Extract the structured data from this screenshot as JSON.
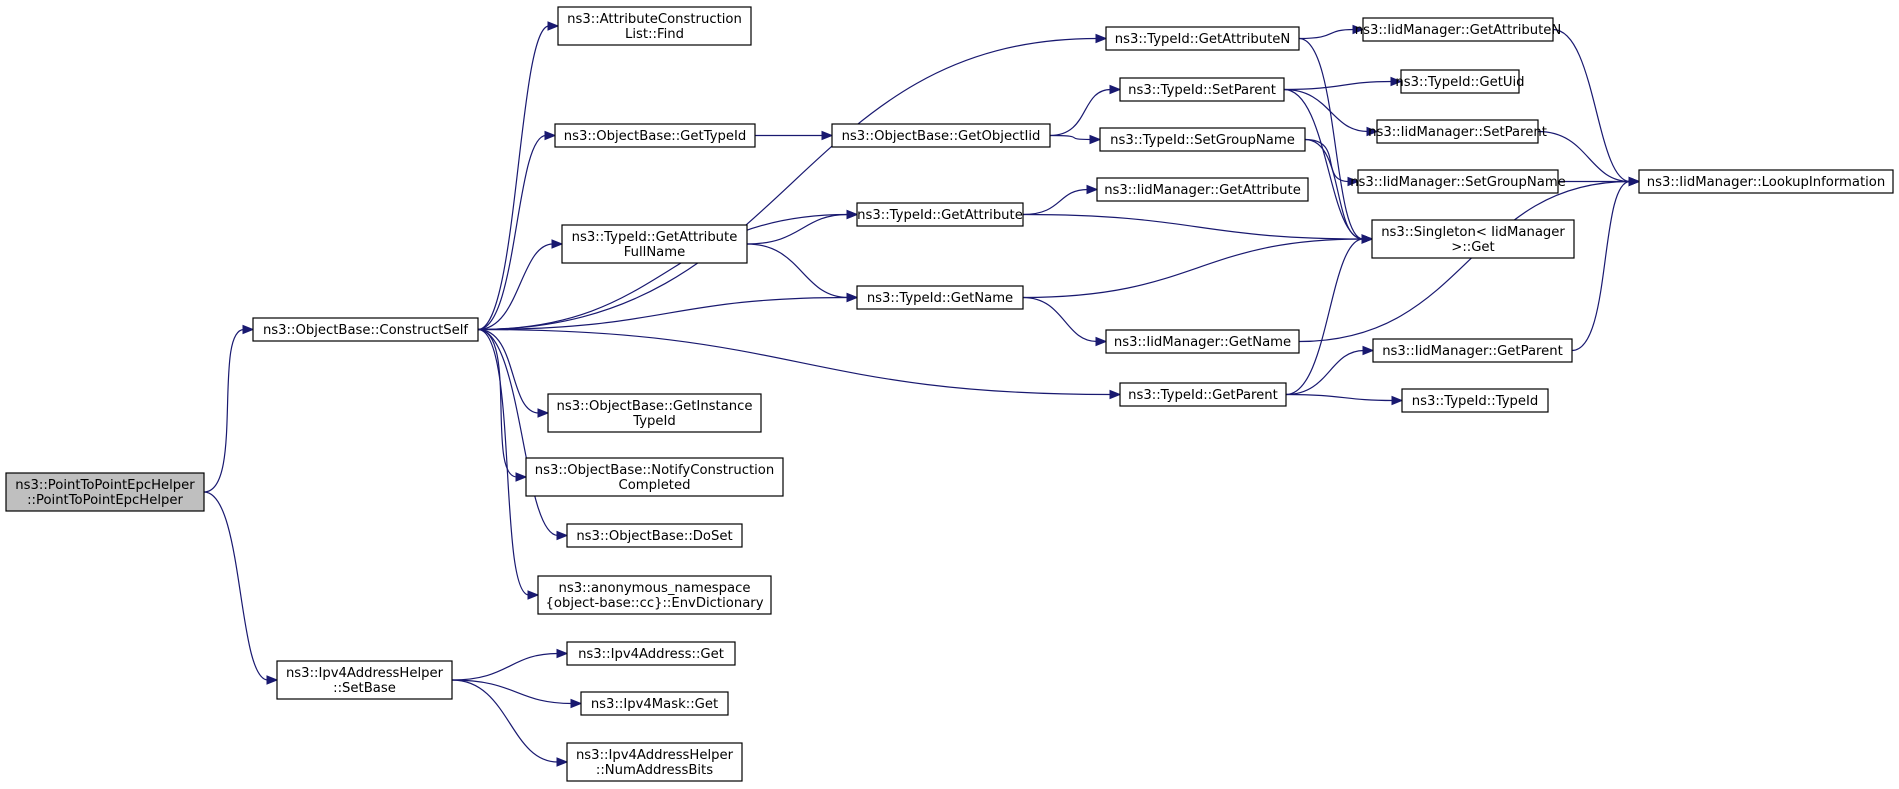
{
  "graph": {
    "colors": {
      "edge": "#191970",
      "root_fill": "#bfbfbf",
      "node_fill": "#ffffff",
      "border": "#000000"
    },
    "nodes": [
      {
        "id": "root",
        "lines": [
          "ns3::PointToPointEpcHelper",
          "::PointToPointEpcHelper"
        ],
        "root": true
      },
      {
        "id": "construct",
        "lines": [
          "ns3::ObjectBase::ConstructSelf"
        ]
      },
      {
        "id": "ipv4ah_setbase",
        "lines": [
          "ns3::Ipv4AddressHelper",
          "::SetBase"
        ]
      },
      {
        "id": "acl_find",
        "lines": [
          "ns3::AttributeConstruction",
          "List::Find"
        ]
      },
      {
        "id": "gettypeid",
        "lines": [
          "ns3::ObjectBase::GetTypeId"
        ]
      },
      {
        "id": "attrfullname",
        "lines": [
          "ns3::TypeId::GetAttribute",
          "FullName"
        ]
      },
      {
        "id": "getinstancetypeid",
        "lines": [
          "ns3::ObjectBase::GetInstance",
          "TypeId"
        ]
      },
      {
        "id": "notifyconstruction",
        "lines": [
          "ns3::ObjectBase::NotifyConstruction",
          "Completed"
        ]
      },
      {
        "id": "doset",
        "lines": [
          "ns3::ObjectBase::DoSet"
        ]
      },
      {
        "id": "envdictionary",
        "lines": [
          "ns3::anonymous_namespace",
          "{object-base::cc}::EnvDictionary"
        ]
      },
      {
        "id": "ipv4addr_get",
        "lines": [
          "ns3::Ipv4Address::Get"
        ]
      },
      {
        "id": "ipv4mask_get",
        "lines": [
          "ns3::Ipv4Mask::Get"
        ]
      },
      {
        "id": "numaddressbits",
        "lines": [
          "ns3::Ipv4AddressHelper",
          "::NumAddressBits"
        ]
      },
      {
        "id": "getobjectiid",
        "lines": [
          "ns3::ObjectBase::GetObjectIid"
        ]
      },
      {
        "id": "tid_getattribute",
        "lines": [
          "ns3::TypeId::GetAttribute"
        ]
      },
      {
        "id": "tid_getname",
        "lines": [
          "ns3::TypeId::GetName"
        ]
      },
      {
        "id": "tid_getattributen",
        "lines": [
          "ns3::TypeId::GetAttributeN"
        ]
      },
      {
        "id": "tid_setparent",
        "lines": [
          "ns3::TypeId::SetParent"
        ]
      },
      {
        "id": "tid_setgroupname",
        "lines": [
          "ns3::TypeId::SetGroupName"
        ]
      },
      {
        "id": "iid_getattribute",
        "lines": [
          "ns3::IidManager::GetAttribute"
        ]
      },
      {
        "id": "iid_getname",
        "lines": [
          "ns3::IidManager::GetName"
        ]
      },
      {
        "id": "tid_getparent",
        "lines": [
          "ns3::TypeId::GetParent"
        ]
      },
      {
        "id": "iid_getattributen",
        "lines": [
          "ns3::IidManager::GetAttributeN"
        ]
      },
      {
        "id": "tid_getuid",
        "lines": [
          "ns3::TypeId::GetUid"
        ]
      },
      {
        "id": "iid_setparent",
        "lines": [
          "ns3::IidManager::SetParent"
        ]
      },
      {
        "id": "iid_setgroupname",
        "lines": [
          "ns3::IidManager::SetGroupName"
        ]
      },
      {
        "id": "singleton_get",
        "lines": [
          "ns3::Singleton< IidManager",
          ">::Get"
        ]
      },
      {
        "id": "iid_getparent",
        "lines": [
          "ns3::IidManager::GetParent"
        ]
      },
      {
        "id": "tid_typeid",
        "lines": [
          "ns3::TypeId::TypeId"
        ]
      },
      {
        "id": "lookupinformation",
        "lines": [
          "ns3::IidManager::LookupInformation"
        ]
      }
    ],
    "edges": [
      [
        "root",
        "construct"
      ],
      [
        "root",
        "ipv4ah_setbase"
      ],
      [
        "construct",
        "acl_find"
      ],
      [
        "construct",
        "tid_getattributen"
      ],
      [
        "construct",
        "gettypeid"
      ],
      [
        "construct",
        "tid_getattribute"
      ],
      [
        "construct",
        "attrfullname"
      ],
      [
        "construct",
        "tid_getname"
      ],
      [
        "construct",
        "tid_getparent"
      ],
      [
        "construct",
        "getinstancetypeid"
      ],
      [
        "construct",
        "notifyconstruction"
      ],
      [
        "construct",
        "doset"
      ],
      [
        "construct",
        "envdictionary"
      ],
      [
        "ipv4ah_setbase",
        "ipv4addr_get"
      ],
      [
        "ipv4ah_setbase",
        "ipv4mask_get"
      ],
      [
        "ipv4ah_setbase",
        "numaddressbits"
      ],
      [
        "gettypeid",
        "getobjectiid"
      ],
      [
        "getobjectiid",
        "tid_setparent"
      ],
      [
        "getobjectiid",
        "tid_setgroupname"
      ],
      [
        "attrfullname",
        "tid_getattribute"
      ],
      [
        "attrfullname",
        "tid_getname"
      ],
      [
        "tid_getattribute",
        "iid_getattribute"
      ],
      [
        "tid_getattribute",
        "singleton_get"
      ],
      [
        "tid_getname",
        "singleton_get"
      ],
      [
        "tid_getname",
        "iid_getname"
      ],
      [
        "tid_getattributen",
        "iid_getattributen"
      ],
      [
        "tid_getattributen",
        "singleton_get"
      ],
      [
        "tid_setparent",
        "tid_getuid"
      ],
      [
        "tid_setparent",
        "iid_setparent"
      ],
      [
        "tid_setparent",
        "singleton_get"
      ],
      [
        "tid_setgroupname",
        "iid_setgroupname"
      ],
      [
        "tid_setgroupname",
        "singleton_get"
      ],
      [
        "iid_getname",
        "lookupinformation"
      ],
      [
        "tid_getparent",
        "singleton_get"
      ],
      [
        "tid_getparent",
        "iid_getparent"
      ],
      [
        "tid_getparent",
        "tid_typeid"
      ],
      [
        "iid_getattributen",
        "lookupinformation"
      ],
      [
        "iid_setparent",
        "lookupinformation"
      ],
      [
        "iid_setgroupname",
        "lookupinformation"
      ],
      [
        "iid_getparent",
        "lookupinformation"
      ]
    ]
  }
}
